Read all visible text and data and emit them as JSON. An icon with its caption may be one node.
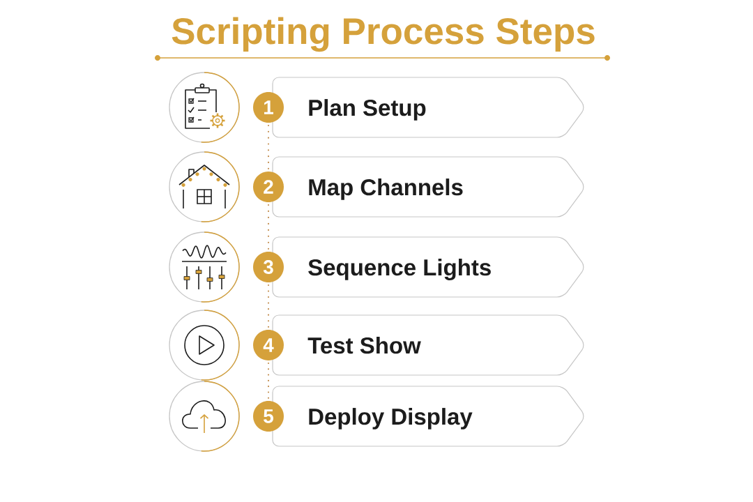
{
  "diagram": {
    "title": "Scripting Process Steps",
    "nodes": [
      {
        "text": [
          "1"
        ]
      },
      {
        "text": [
          "Plan Setup"
        ]
      },
      {
        "text": [
          "2"
        ]
      },
      {
        "text": [
          "Map Channels"
        ]
      },
      {
        "text": [
          "3"
        ]
      },
      {
        "text": [
          "Sequence Lights"
        ]
      },
      {
        "text": [
          "4"
        ]
      },
      {
        "text": [
          "Test Show"
        ]
      },
      {
        "text": [
          "5"
        ]
      },
      {
        "text": [
          "Deploy Display"
        ]
      }
    ],
    "edges": [
      {
        "from": 0,
        "to": 2,
        "arrow": "none",
        "style": "dashed"
      },
      {
        "from": 2,
        "to": 4,
        "arrow": "none",
        "style": "dashed"
      },
      {
        "from": 4,
        "to": 6,
        "arrow": "none",
        "style": "dashed"
      },
      {
        "from": 6,
        "to": 8,
        "arrow": "none",
        "style": "dashed"
      }
    ]
  }
}
